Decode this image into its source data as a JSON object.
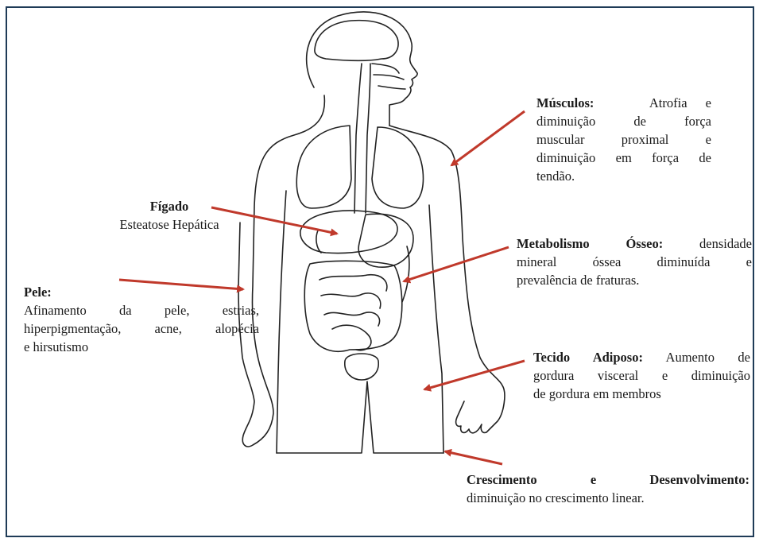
{
  "colors": {
    "frame": "#1f3b57",
    "arrow": "#c0392b",
    "outline": "#222222"
  },
  "labels": {
    "musculos": {
      "title": "Músculos:",
      "lines": [
        "Atrofia e",
        "diminuição de força",
        "muscular proximal e",
        "diminuição em força de",
        "tendão."
      ]
    },
    "figado": {
      "title": "Fígado",
      "text": "Esteatose Hepática"
    },
    "metabolismo": {
      "title": "Metabolismo Ósseo:",
      "lines": [
        "densidade",
        "mineral óssea diminuída e",
        "prevalência de fraturas."
      ]
    },
    "pele": {
      "title": "Pele:",
      "lines": [
        "Afinamento da pele, estrias,",
        "hiperpigmentação, acne, alopécia",
        "e hirsutismo"
      ]
    },
    "tecido": {
      "title": "Tecido Adiposo:",
      "lines": [
        "Aumento de",
        "gordura visceral e diminuição",
        "de gordura em membros"
      ]
    },
    "crescimento": {
      "title_words": [
        "Crescimento",
        "e",
        "Desenvolvimento:"
      ],
      "text": "diminuição no crescimento linear."
    }
  }
}
